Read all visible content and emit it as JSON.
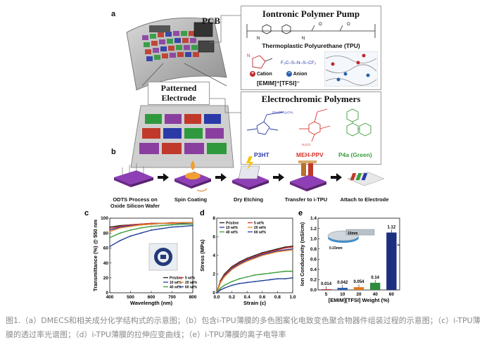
{
  "figure": {
    "panel_a": {
      "letter": "a",
      "pcb_label": "PCB",
      "electrode_label_1": "Patterned",
      "electrode_label_2": "Electrode",
      "pump_title": "Iontronic Polymer Pump",
      "tpu_label": "Thermoplastic Polyurethane (TPU)",
      "cation": "Cation",
      "anion": "Anion",
      "cation_marker": "+",
      "anion_marker": "−",
      "ionic_liquid": "[EMIM]⁺[TFSI]⁻",
      "ec_title": "Electrochromic Polymers",
      "polymers": [
        {
          "name": "P3HT",
          "color": "#2b3aa8"
        },
        {
          "name": "MEH-PPV",
          "color": "#d9342b"
        },
        {
          "name": "P4a (Green)",
          "color": "#3a9d3a"
        }
      ]
    },
    "panel_b": {
      "letter": "b",
      "steps": [
        "ODTS Process on Oxide Silicon Wafer",
        "Spin Coating",
        "Dry Etching",
        "Transfer to i-TPU",
        "Attach to Electrode"
      ]
    },
    "caption": "图1.（a）DMECS和相关成分化学结构式的示意图；（b）包含i-TPU薄膜的多色图案化电致变色聚合物器件组装过程的示意图；（c）i-TPU薄膜的透过率光谱图；（d）i-TPU薄膜的拉伸应变曲线；（e）i-TPU薄膜的离子电导率"
  },
  "chart_data": [
    {
      "panel": "c",
      "type": "line",
      "xlabel": "Wavelength (nm)",
      "ylabel": "Transmittance (%) @ 550 nm",
      "xlim": [
        400,
        800
      ],
      "ylim": [
        0,
        100
      ],
      "xticks": [
        400,
        500,
        600,
        700,
        800
      ],
      "yticks": [
        0,
        20,
        40,
        60,
        80,
        100
      ],
      "legend_position": "bottom-right",
      "x": [
        400,
        450,
        500,
        550,
        600,
        650,
        700,
        750,
        800
      ],
      "series": [
        {
          "name": "Pristine",
          "color": "#222222",
          "values": [
            88,
            90,
            91,
            92,
            93,
            93,
            93,
            94,
            94
          ]
        },
        {
          "name": "5 wt%",
          "color": "#d9342b",
          "values": [
            86,
            89,
            91,
            92,
            93,
            93,
            94,
            94,
            94
          ]
        },
        {
          "name": "10 wt%",
          "color": "#2b3aa8",
          "values": [
            84,
            88,
            90,
            91,
            92,
            93,
            93,
            93,
            94
          ]
        },
        {
          "name": "20 wt%",
          "color": "#e8821e",
          "values": [
            82,
            87,
            89,
            91,
            92,
            93,
            93,
            94,
            94
          ]
        },
        {
          "name": "40 wt%",
          "color": "#3a9d3a",
          "values": [
            74,
            80,
            84,
            87,
            89,
            90,
            91,
            92,
            92
          ]
        },
        {
          "name": "60 wt%",
          "color": "#1f3f99",
          "values": [
            62,
            70,
            76,
            80,
            84,
            86,
            88,
            89,
            90
          ]
        }
      ]
    },
    {
      "panel": "d",
      "type": "line",
      "xlabel": "Strain (ε)",
      "ylabel": "Stress (MPa)",
      "xlim": [
        0.0,
        1.0
      ],
      "ylim": [
        0,
        8
      ],
      "xticks": [
        0.0,
        0.2,
        0.4,
        0.6,
        0.8,
        1.0
      ],
      "yticks": [
        0,
        2,
        4,
        6,
        8
      ],
      "legend_position": "top-left",
      "x": [
        0.0,
        0.05,
        0.1,
        0.2,
        0.3,
        0.4,
        0.5,
        0.6,
        0.7,
        0.8,
        0.9,
        1.0
      ],
      "series": [
        {
          "name": "Pristine",
          "color": "#222222",
          "values": [
            0,
            1.3,
            2.0,
            2.8,
            3.3,
            3.7,
            4.0,
            4.3,
            4.5,
            4.7,
            4.9,
            5.0
          ]
        },
        {
          "name": "5 wt%",
          "color": "#d9342b",
          "values": [
            0,
            1.2,
            1.9,
            2.7,
            3.2,
            3.6,
            3.9,
            4.2,
            4.4,
            4.6,
            4.8,
            4.9
          ]
        },
        {
          "name": "10 wt%",
          "color": "#2b3aa8",
          "values": [
            0,
            1.1,
            1.8,
            2.6,
            3.1,
            3.5,
            3.8,
            4.1,
            4.3,
            4.5,
            4.6,
            4.7
          ]
        },
        {
          "name": "20 wt%",
          "color": "#e8821e",
          "values": [
            0,
            1.1,
            1.7,
            2.5,
            3.0,
            3.4,
            3.7,
            4.0,
            4.2,
            4.4,
            4.5,
            4.6
          ]
        },
        {
          "name": "40 wt%",
          "color": "#3a9d3a",
          "values": [
            0,
            0.5,
            0.8,
            1.2,
            1.5,
            1.7,
            1.9,
            2.0,
            2.1,
            2.2,
            2.3,
            2.3
          ]
        },
        {
          "name": "60 wt%",
          "color": "#1f3f99",
          "values": [
            0,
            0.3,
            0.5,
            0.8,
            1.0,
            1.1,
            1.2,
            1.3,
            1.4,
            1.5,
            1.5,
            1.6
          ]
        }
      ]
    },
    {
      "panel": "e",
      "type": "bar",
      "xlabel": "[EMIM][TFSI] Weight (%)",
      "ylabel": "Ion Conductivity (mS/cm)",
      "ylim": [
        0,
        1.4
      ],
      "yticks": [
        0.0,
        0.2,
        0.4,
        0.6,
        0.8,
        1.0,
        1.2,
        1.4
      ],
      "categories": [
        "5",
        "10",
        "20",
        "40",
        "60"
      ],
      "values": [
        0.014,
        0.042,
        0.054,
        0.14,
        1.12
      ],
      "value_labels": [
        "0.014",
        "0.042",
        "0.054",
        "0.14",
        "1.12"
      ],
      "colors": [
        "#c0282b",
        "#2b5fae",
        "#e07a1f",
        "#2e8b3e",
        "#1c2f7e"
      ],
      "inset_labels": [
        "10mm",
        "0.15mm"
      ]
    }
  ]
}
